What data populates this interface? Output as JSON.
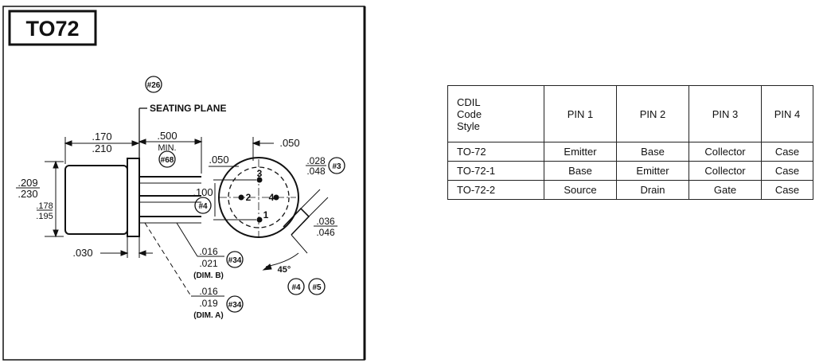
{
  "title": "TO72",
  "drawing": {
    "seating_plane": "SEATING PLANE",
    "dims": {
      "len_min": ".170",
      "len_max": ".210",
      "lead_len": ".500",
      "lead_len_note": "MIN.",
      "flange_d_min": ".209",
      "flange_d_max": ".230",
      "body_d_min": ".178",
      "body_d_max": ".195",
      "flange_t": ".030",
      "pin_circle": ".050",
      "top_offset": ".050",
      "pitch": ".100",
      "tab_w_min": ".028",
      "tab_w_max": ".048",
      "tab_len_min": ".036",
      "tab_len_max": ".046",
      "angle": "45°",
      "lead_b_min": ".016",
      "lead_b_max": ".021",
      "lead_b_note": "(DIM. B)",
      "lead_a_min": ".016",
      "lead_a_max": ".019",
      "lead_a_note": "(DIM. A)"
    },
    "notes": {
      "n26": "#26",
      "n68": "#68",
      "n3": "#3",
      "n4": "#4",
      "n34b": "#34",
      "n34a": "#34",
      "n4b": "#4",
      "n5": "#5"
    },
    "pins": {
      "p1": "1",
      "p2": "2",
      "p3": "3",
      "p4": "4"
    }
  },
  "table": {
    "header": [
      "CDIL Code Style",
      "PIN 1",
      "PIN 2",
      "PIN 3",
      "PIN 4"
    ],
    "header_lines": [
      "CDIL",
      "Code",
      "Style"
    ],
    "rows": [
      [
        "TO-72",
        "Emitter",
        "Base",
        "Collector",
        "Case"
      ],
      [
        "TO-72-1",
        "Base",
        "Emitter",
        "Collector",
        "Case"
      ],
      [
        "TO-72-2",
        "Source",
        "Drain",
        "Gate",
        "Case"
      ]
    ]
  }
}
